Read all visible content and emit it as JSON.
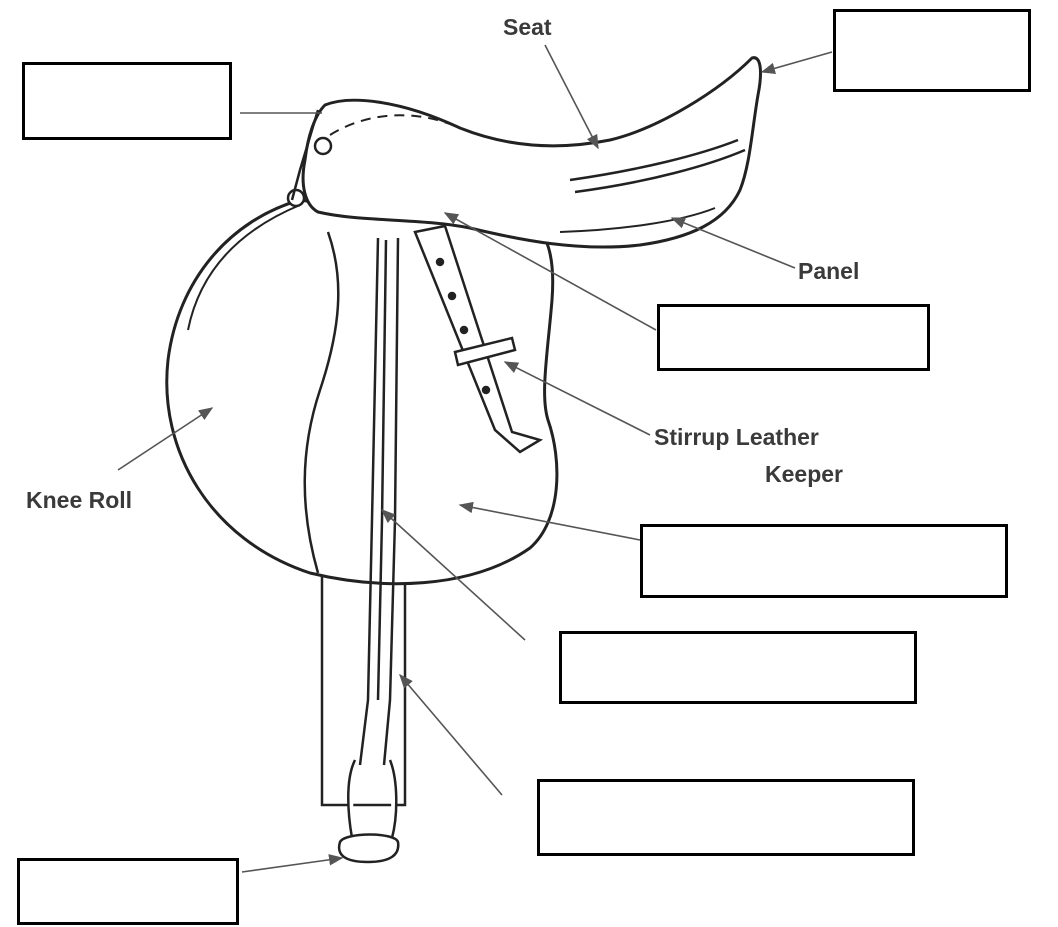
{
  "diagram": {
    "labels": {
      "seat": "Seat",
      "panel": "Panel",
      "stirrup_leather_keeper_line1": "Stirrup Leather",
      "stirrup_leather_keeper_line2": "Keeper",
      "knee_roll": "Knee Roll"
    },
    "blank_boxes": [
      "",
      "",
      "",
      "",
      "",
      "",
      ""
    ],
    "colors": {
      "ink": "#000000",
      "label_text": "#3a3a3a",
      "leader_line": "#555555",
      "background": "#ffffff"
    }
  }
}
